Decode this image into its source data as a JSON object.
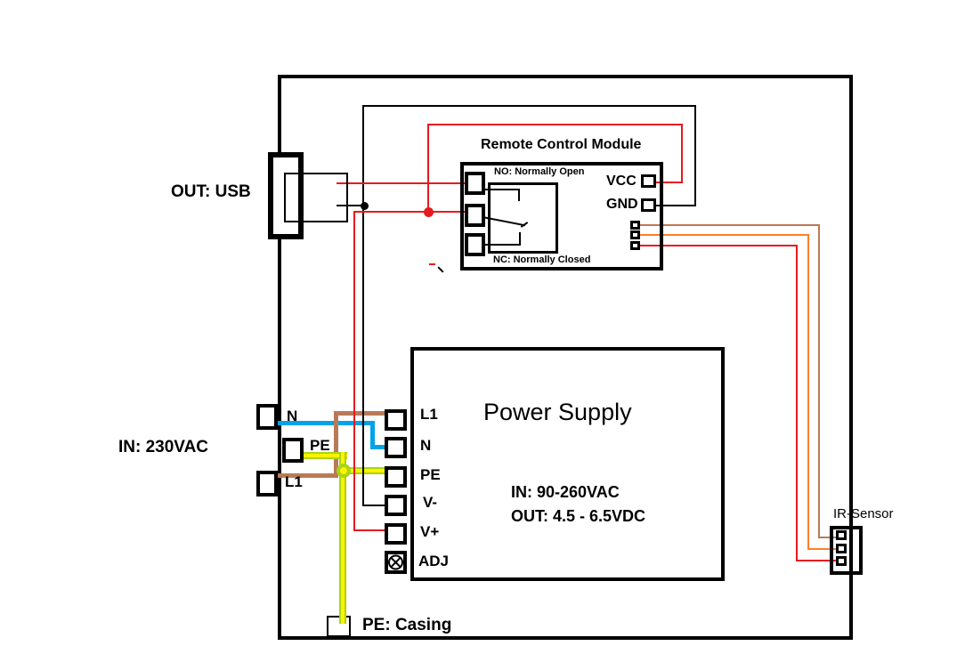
{
  "colors": {
    "wire_red": "#e8191f",
    "wire_blue": "#00a2e8",
    "wire_brown": "#b97a57",
    "wire_orange": "#ff7f27",
    "wire_lime": "#a8d414",
    "wire_yellow": "#fff200",
    "outline": "#000000"
  },
  "labels": {
    "usb_out": "OUT: USB",
    "mains_in": "IN: 230VAC",
    "mains_n": "N",
    "mains_pe": "PE",
    "mains_l1": "L1",
    "module_title": "Remote Control Module",
    "relay_no": "NO: Normally Open",
    "relay_nc": "NC: Normally Closed",
    "vcc": "VCC",
    "gnd": "GND",
    "psu_title": "Power Supply",
    "psu_in": "IN: 90-260VAC",
    "psu_out": "OUT: 4.5 - 6.5VDC",
    "psu_l1": "L1",
    "psu_n": "N",
    "psu_pe": "PE",
    "psu_vminus": "V-",
    "psu_vplus": "V+",
    "psu_adj": "ADJ",
    "ir_sensor": "IR-Sensor",
    "pe_casing": "PE: Casing"
  }
}
